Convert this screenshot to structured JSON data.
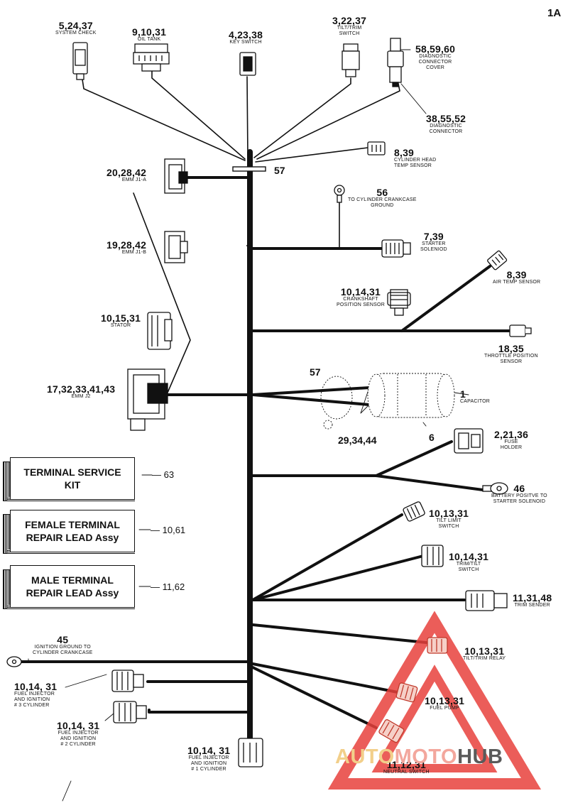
{
  "page": {
    "number": "1A"
  },
  "components": {
    "system_check": {
      "ref": "5,24,37",
      "desc": [
        "SYSTEM CHECK"
      ]
    },
    "oil_tank": {
      "ref": "9,10,31",
      "desc": [
        "OIL TANK"
      ]
    },
    "key_switch": {
      "ref": "4,23,38",
      "desc": [
        "KEY SWITCH"
      ]
    },
    "tilt_trim_switch": {
      "ref": "3,22,37",
      "desc": [
        "TILT/TRIM",
        "SWITCH"
      ]
    },
    "diag_cover": {
      "ref": "58,59,60",
      "desc": [
        "DIAGNOSTIC",
        "CONNECTOR",
        "COVER"
      ]
    },
    "diag_connector": {
      "ref": "38,55,52",
      "desc": [
        "DIAGNOSTIC",
        "CONNECTOR"
      ]
    },
    "cyl_head_temp": {
      "ref": "8,39",
      "desc": [
        "CYLINDER HEAD",
        "TEMP SENSOR"
      ]
    },
    "tie_57": {
      "ref": "57"
    },
    "emm_j1a": {
      "ref": "20,28,42",
      "desc": [
        "EMM J1-A"
      ]
    },
    "ground_56": {
      "ref": "56",
      "desc": [
        "TO CYLINDER CRANKCASE",
        "GROUND"
      ]
    },
    "emm_j1b": {
      "ref": "19,28,42",
      "desc": [
        "EMM J1-B"
      ]
    },
    "starter_solenoid": {
      "ref": "7,39",
      "desc": [
        "STARTER",
        "SOLENIOD"
      ]
    },
    "air_temp": {
      "ref": "8,39",
      "desc": [
        "AIR TEMP SENSOR"
      ]
    },
    "crank_sensor": {
      "ref": "10,14,31",
      "desc": [
        "CRANKSHAFT",
        "POSITION SENSOR"
      ]
    },
    "stator": {
      "ref": "10,15,31",
      "desc": [
        "STATOR"
      ]
    },
    "throttle_sensor": {
      "ref": "18,35",
      "desc": [
        "THROTTLE POSITION",
        "SENSOR"
      ]
    },
    "emm_j2": {
      "ref": "17,32,33,41,43",
      "desc": [
        "EMM J2"
      ]
    },
    "clip_57": {
      "ref": "57"
    },
    "capacitor": {
      "ref": "1",
      "desc": [
        "CAPACITOR"
      ]
    },
    "cap_leads": {
      "ref": "29,34,44"
    },
    "cap_bracket": {
      "ref": "6"
    },
    "fuse_holder": {
      "ref": "2,21,36",
      "desc": [
        "FUSE",
        "HOLDER"
      ]
    },
    "battery_lead": {
      "ref": "46",
      "desc": [
        "BATTERY POSITVE TO",
        "STARTER SOLENOID"
      ]
    },
    "tilt_limit": {
      "ref": "10,13,31",
      "desc": [
        "TILT LIMIT",
        "SWITCH"
      ]
    },
    "trim_tilt_switch": {
      "ref": "10,14,31",
      "desc": [
        "TRIM/TILT",
        "SWITCH"
      ]
    },
    "trim_sender": {
      "ref": "11,31,48",
      "desc": [
        "TRIM SENDER"
      ]
    },
    "ign_ground": {
      "ref": "45",
      "desc": [
        "IGNITION GROUND TO",
        "CYLINDER CRANKCASE"
      ]
    },
    "tilt_trim_relay": {
      "ref": "10,13,31",
      "desc": [
        "TILT/TRIM RELAY"
      ]
    },
    "fuel_inj_3": {
      "ref": "10,14, 31",
      "desc": [
        "FUEL INJECTOR",
        "AND IGNITION",
        "# 3 CYLINDER"
      ]
    },
    "fuel_pump": {
      "ref": "10,13,31",
      "desc": [
        "FUEL PUMP"
      ]
    },
    "fuel_inj_2": {
      "ref": "10,14, 31",
      "desc": [
        "FUEL INJECTOR",
        "AND IGNITION",
        "# 2 CYLINDER"
      ]
    },
    "fuel_inj_1": {
      "ref": "10,14, 31",
      "desc": [
        "FUEL INJECTOR",
        "AND IGNITION",
        "# 1 CYLINDER"
      ]
    },
    "neutral_switch": {
      "ref": "11,12,31",
      "desc": [
        "NEUTRAL SWITCH"
      ]
    }
  },
  "kits": [
    {
      "lines": [
        "TERMINAL SERVICE",
        "KIT"
      ],
      "ref": "63"
    },
    {
      "lines": [
        "FEMALE TERMINAL",
        "REPAIR LEAD Assy"
      ],
      "ref": "10,61"
    },
    {
      "lines": [
        "MALE TERMINAL",
        "REPAIR LEAD Assy"
      ],
      "ref": "11,62"
    }
  ],
  "watermark": {
    "part1": "AUTO",
    "part2": "MOTO",
    "part3": "HUB",
    "color_accent": "#e8413c",
    "color_accent_light": "#f3a79d",
    "color_gold": "#f2cf8a",
    "color_dark": "#5a5a5a"
  }
}
